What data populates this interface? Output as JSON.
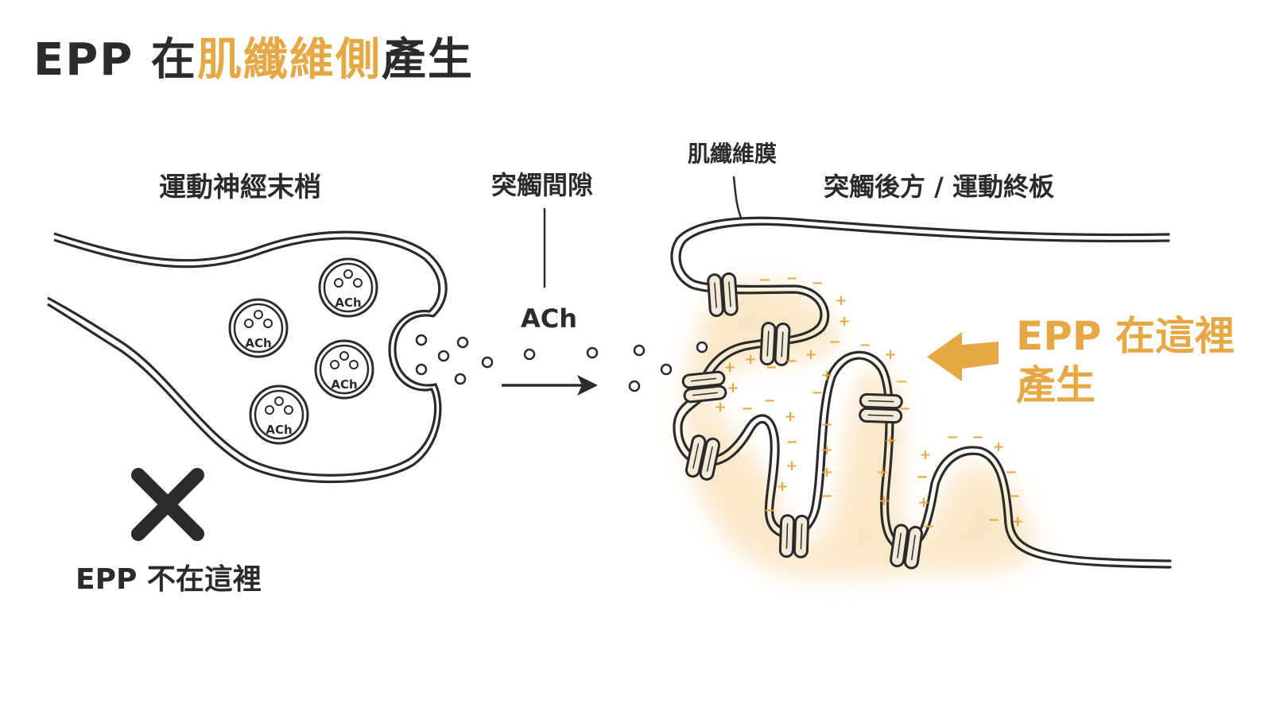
{
  "title": {
    "prefix": "EPP 在",
    "highlight": "肌纖維側",
    "suffix": "產生"
  },
  "labels": {
    "nerve_terminal": "運動神經末梢",
    "synaptic_cleft": "突觸間隙",
    "muscle_membrane": "肌纖維膜",
    "endplate": "突觸後方 / 運動終板",
    "ach_cleft": "ACh",
    "vesicle": "ACh",
    "not_here": "EPP 不在這裡",
    "epp_here_line1": "EPP 在這裡",
    "epp_here_line2": "產生",
    "plus": "+",
    "minus": "−"
  },
  "colors": {
    "accent": "#e6a845",
    "ink": "#2b2b2b",
    "receptor_fill": "#f3ead8",
    "glow": "#f7d49a"
  },
  "icons": {
    "cross": "x-mark-icon",
    "arrow": "arrow-right-icon",
    "highlight_arrow": "arrow-left-icon"
  }
}
